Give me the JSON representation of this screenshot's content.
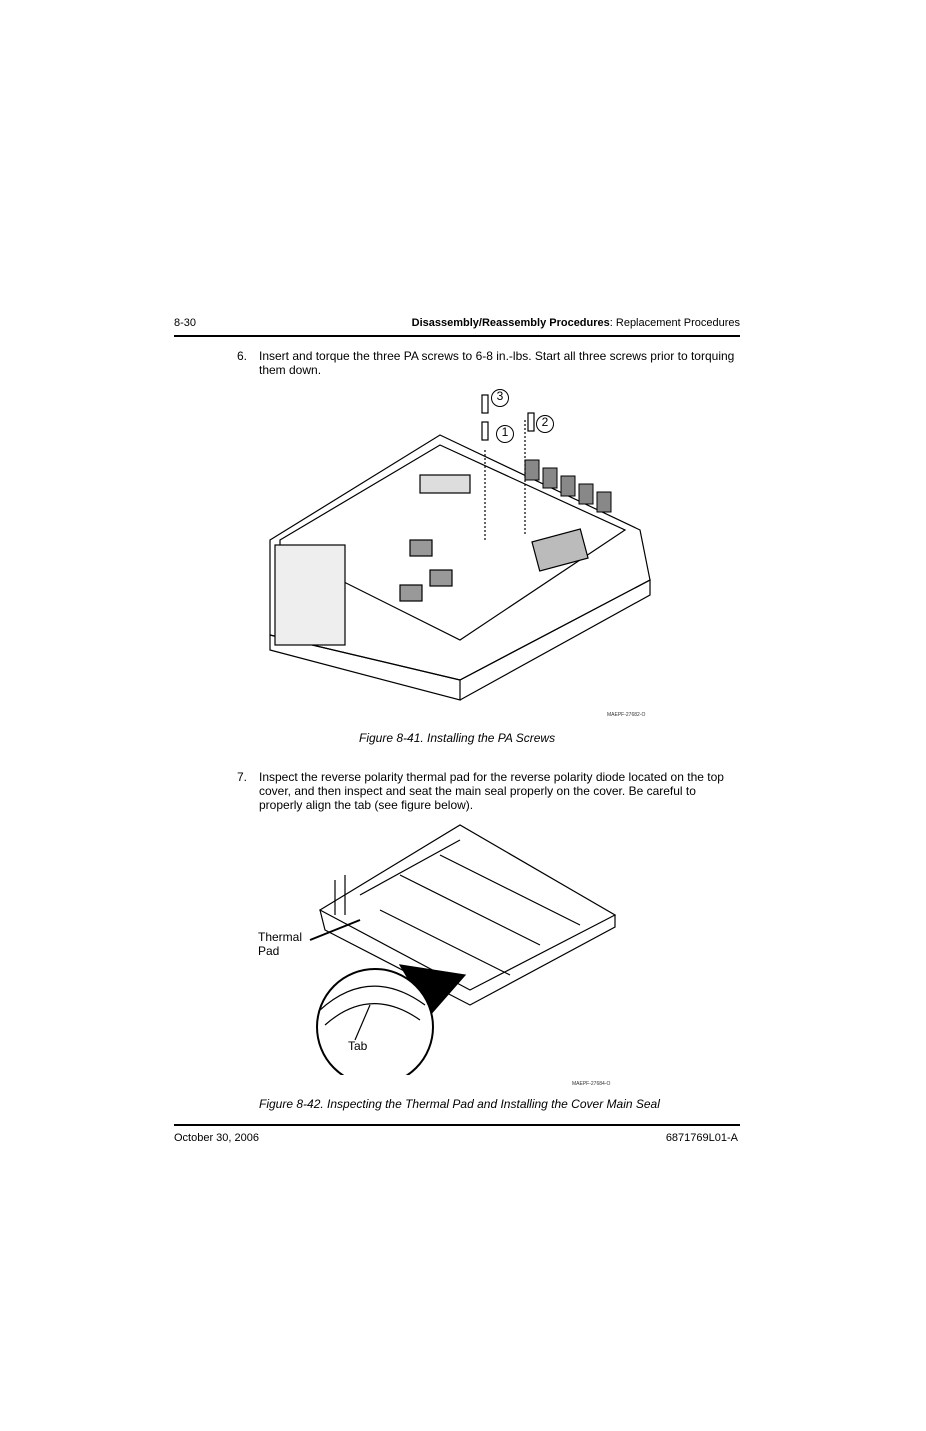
{
  "header": {
    "page_number": "8-30",
    "section_bold": "Disassembly/Reassembly Procedures",
    "section_rest": ": Replacement Procedures"
  },
  "steps": [
    {
      "number": "6.",
      "text": "Insert and torque the three PA screws to 6-8 in.-lbs. Start all three screws prior to torquing them down."
    },
    {
      "number": "7.",
      "text": "Inspect the reverse polarity thermal pad for the reverse polarity diode located on the top cover, and then inspect and seat the main seal properly on the cover. Be careful to properly align the tab (see figure below)."
    }
  ],
  "figure1": {
    "caption": "Figure 8-41.  Installing the PA Screws",
    "id": "MAEPF-27682-O",
    "callouts": [
      "1",
      "2",
      "3"
    ]
  },
  "figure2": {
    "caption": "Figure 8-42.  Inspecting the Thermal Pad and Installing the Cover Main Seal",
    "id": "MAEPF-27684-O",
    "label_thermal": "Thermal",
    "label_pad": "Pad",
    "label_tab": "Tab"
  },
  "footer": {
    "date": "October 30, 2006",
    "doc_number": "6871769L01-A"
  }
}
